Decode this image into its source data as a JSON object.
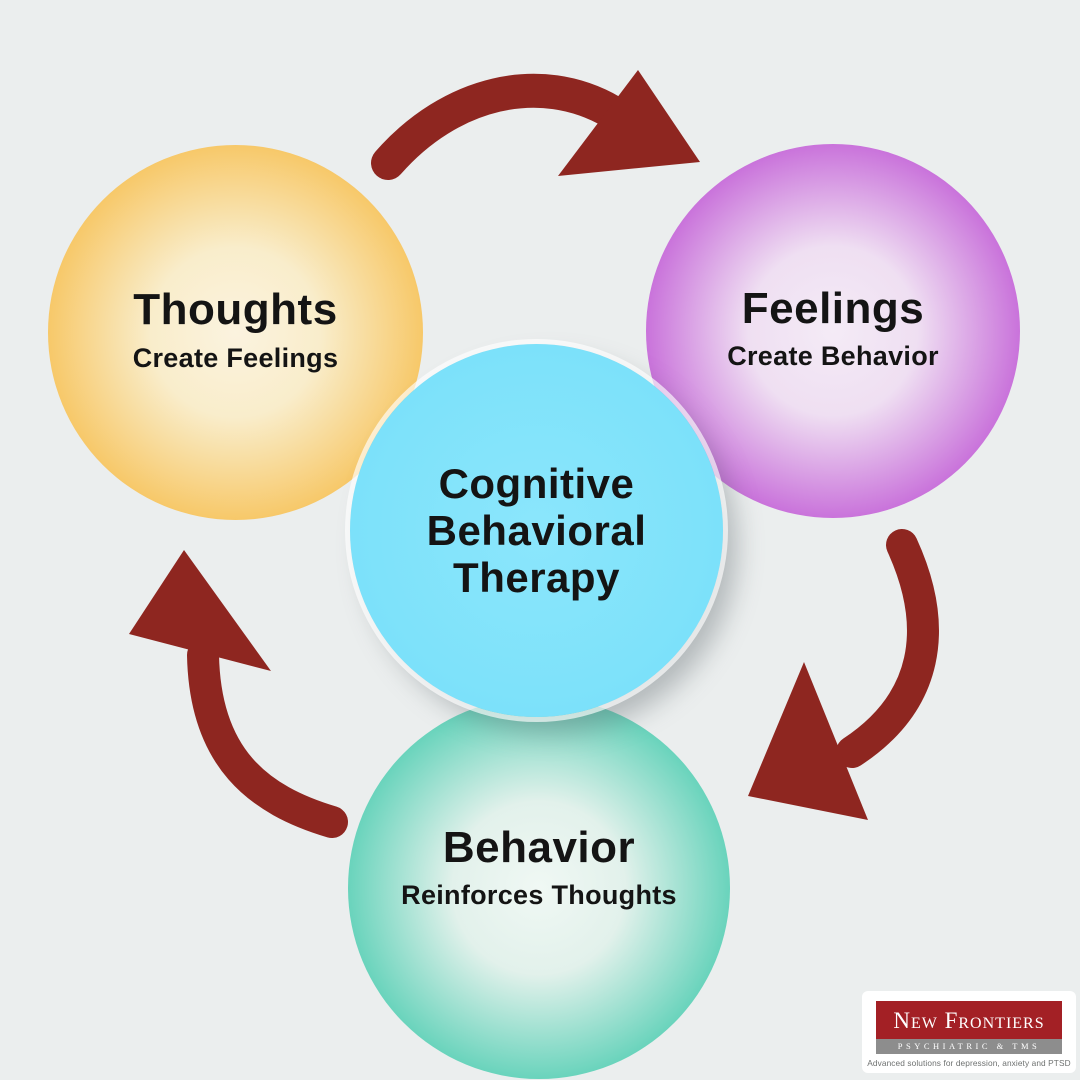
{
  "colors": {
    "background": "#EBEEEE",
    "arrow": "#8E2620",
    "text": "#141414",
    "yellow_edge": "#F6A82B",
    "yellow_center": "#FBF3DF",
    "purple_edge": "#9C27BE",
    "purple_center": "#F4EBF6",
    "teal_edge": "#16BC9C",
    "teal_center": "#F0F8F4",
    "cyan": "#7EE2FA",
    "logo_red": "#A32025",
    "logo_gray": "#8D8D8D"
  },
  "center_circle": {
    "line1": "Cognitive",
    "line2": "Behavioral",
    "line3": "Therapy"
  },
  "nodes": [
    {
      "title": "Thoughts",
      "subtitle": "Create Feelings"
    },
    {
      "title": "Feelings",
      "subtitle": "Create Behavior"
    },
    {
      "title": "Behavior",
      "subtitle": "Reinforces Thoughts"
    }
  ],
  "logo": {
    "name": "New Frontiers",
    "division": "Psychiatric & TMS",
    "tagline": "Advanced solutions for depression, anxiety and PTSD"
  }
}
